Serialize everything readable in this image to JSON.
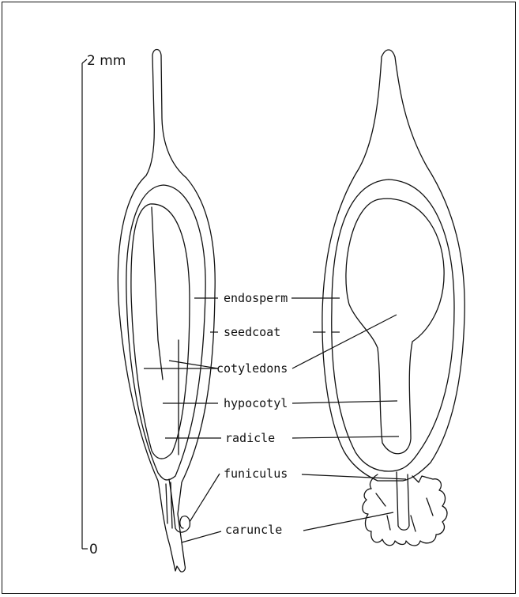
{
  "scale_bar": {
    "top_label": "2 mm",
    "bottom_label": "0"
  },
  "labels": {
    "endosperm": "endosperm",
    "seedcoat": "seedcoat",
    "cotyledons": "cotyledons",
    "hypocotyl": "hypocotyl",
    "radicle": "radicle",
    "funiculus": "funiculus",
    "caruncle": "caruncle"
  }
}
